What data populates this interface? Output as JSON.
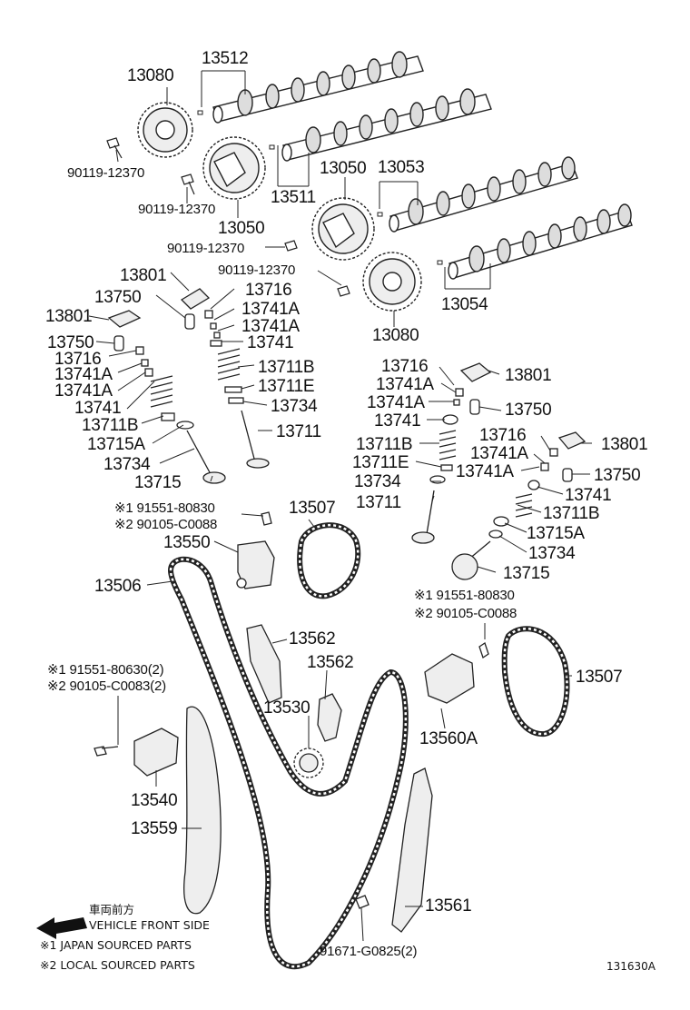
{
  "labels": {
    "p13512": "13512",
    "p13080a": "13080",
    "p90119a": "90119-12370",
    "p90119b": "90119-12370",
    "p13511": "13511",
    "p13050a": "13050",
    "p13053": "13053",
    "p13050b": "13050",
    "p90119c": "90119-12370",
    "p90119d": "90119-12370",
    "p13054": "13054",
    "p13080b": "13080",
    "l13801a": "13801",
    "l13750a": "13750",
    "l13716a": "13716",
    "l13741Aa": "13741A",
    "l13741Ab": "13741A",
    "l13801b": "13801",
    "l13741a": "13741",
    "l13750b": "13750",
    "l13716b": "13716",
    "l13711Ba": "13711B",
    "l13741Ac": "13741A",
    "l13711Ea": "13711E",
    "l13741Ad": "13741A",
    "l13734a": "13734",
    "l13741b": "13741",
    "l13711a": "13711",
    "l13711Bb": "13711B",
    "l13715Aa": "13715A",
    "l13734b": "13734",
    "l13715a": "13715",
    "r13716a": "13716",
    "r13801a": "13801",
    "r13741Aa": "13741A",
    "r13741Ab": "13741A",
    "r13750a": "13750",
    "r13741a": "13741",
    "r13716b": "13716",
    "r13711Ba": "13711B",
    "r13741Ac": "13741A",
    "r13801b": "13801",
    "r13711Ea": "13711E",
    "r13741Ad": "13741A",
    "r13750b": "13750",
    "r13734a": "13734",
    "r13741b": "13741",
    "r13711a": "13711",
    "r13711Bb": "13711B",
    "r13715Aa": "13715A",
    "r13734b": "13734",
    "r13715a": "13715",
    "c91551a": "※1 91551-80830",
    "c90105a": "※2 90105-C0088",
    "c13507a": "13507",
    "c13550": "13550",
    "c13506": "13506",
    "c91551b": "※1 91551-80830",
    "c90105b": "※2 90105-C0088",
    "c13562a": "13562",
    "c13562b": "13562",
    "c13507b": "13507",
    "c91551c": "※1 91551-80630(2)",
    "c90105c": "※2 90105-C0083(2)",
    "c13530": "13530",
    "c13560A": "13560A",
    "c13540": "13540",
    "c13559": "13559",
    "c13561": "13561",
    "c91671": "91671-G0825(2)"
  },
  "legend": {
    "front_jp": "車両前方",
    "front_en": "VEHICLE FRONT SIDE",
    "note1": "※1 JAPAN SOURCED PARTS",
    "note2": "※2 LOCAL SOURCED PARTS"
  },
  "diagram_code": "131630A"
}
